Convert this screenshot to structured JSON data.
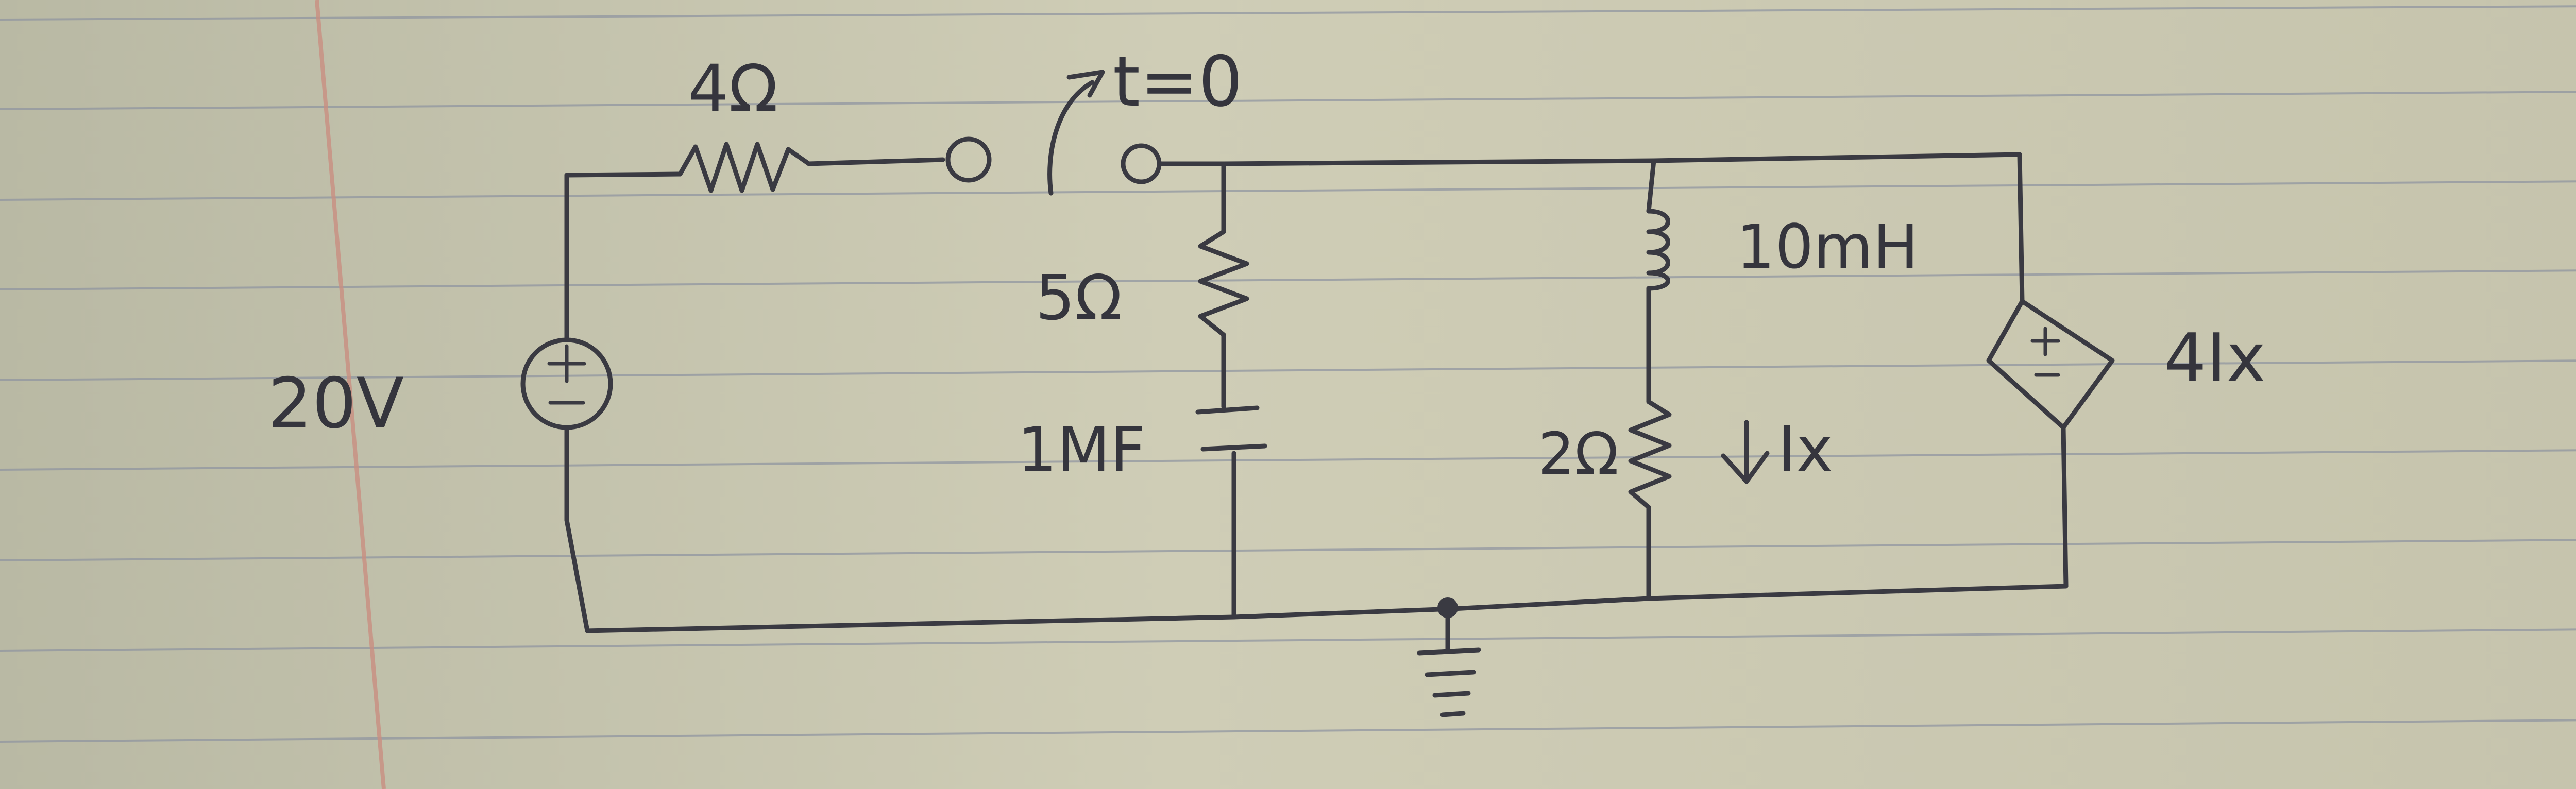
{
  "source": {
    "value": "20V",
    "type": "independent-voltage",
    "polarity": "±"
  },
  "resistor_series": {
    "value": "4Ω"
  },
  "switch": {
    "label": "t=0"
  },
  "branch_rc": {
    "resistor": "5Ω",
    "capacitor": "1MF"
  },
  "branch_rl": {
    "inductor": "10mH",
    "resistor": "2Ω",
    "current": "Ix"
  },
  "dependent_source": {
    "value": "4Ix",
    "type": "dependent-voltage",
    "polarity": "±"
  },
  "ground": {
    "present": true
  },
  "colors": {
    "paper": "#c9c8b0",
    "ink": "#3a3a42",
    "rule_line": "#8a8f9e",
    "margin_line": "#c9958a"
  }
}
